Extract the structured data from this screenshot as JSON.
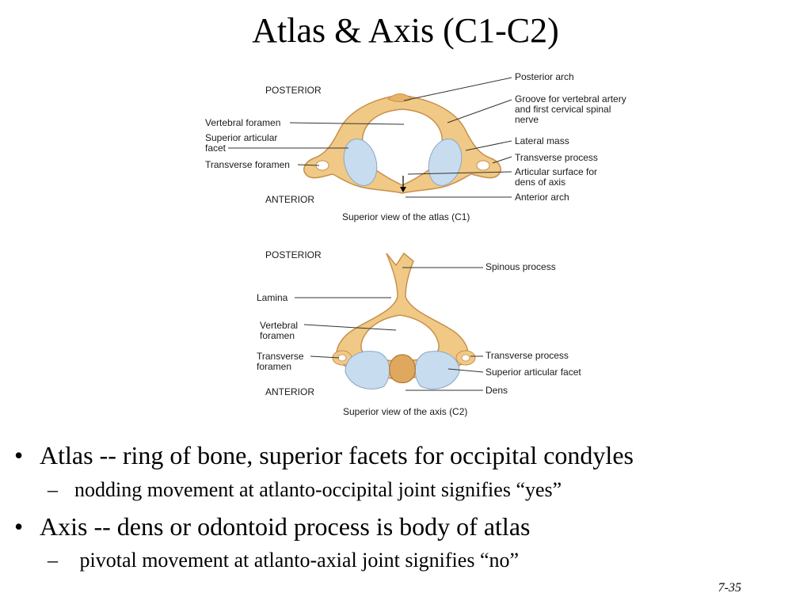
{
  "slide": {
    "title": "Atlas & Axis (C1-C2)",
    "page_number": "7-35"
  },
  "atlas_figure": {
    "posterior": "POSTERIOR",
    "anterior": "ANTERIOR",
    "caption": "Superior view of the atlas (C1)",
    "left_labels": {
      "vertebral_foramen": "Vertebral foramen",
      "superior_articular_facet": "Superior articular facet",
      "transverse_foramen": "Transverse foramen"
    },
    "right_labels": {
      "posterior_arch": "Posterior arch",
      "groove": "Groove for vertebral artery and first cervical spinal nerve",
      "lateral_mass": "Lateral mass",
      "transverse_process": "Transverse process",
      "articular_surface": "Articular surface for dens of axis",
      "anterior_arch": "Anterior arch"
    }
  },
  "axis_figure": {
    "posterior": "POSTERIOR",
    "anterior": "ANTERIOR",
    "caption": "Superior view of the axis (C2)",
    "left_labels": {
      "lamina": "Lamina",
      "vertebral_foramen": "Vertebral foramen",
      "transverse_foramen": "Transverse foramen"
    },
    "right_labels": {
      "spinous_process": "Spinous process",
      "transverse_process": "Transverse process",
      "superior_articular_facet": "Superior articular facet",
      "dens": "Dens"
    }
  },
  "bullets": [
    {
      "text": "Atlas -- ring of bone, superior facets for occipital condyles",
      "sub": "nodding movement at atlanto-occipital joint signifies “yes”"
    },
    {
      "text": "Axis -- dens or odontoid process is body of atlas",
      "sub": " pivotal movement at atlanto-axial joint signifies “no”"
    }
  ],
  "colors": {
    "bone": "#f0c987",
    "bone_shadow": "#d9a35a",
    "facet": "#c8dcef",
    "leader": "#333333"
  }
}
